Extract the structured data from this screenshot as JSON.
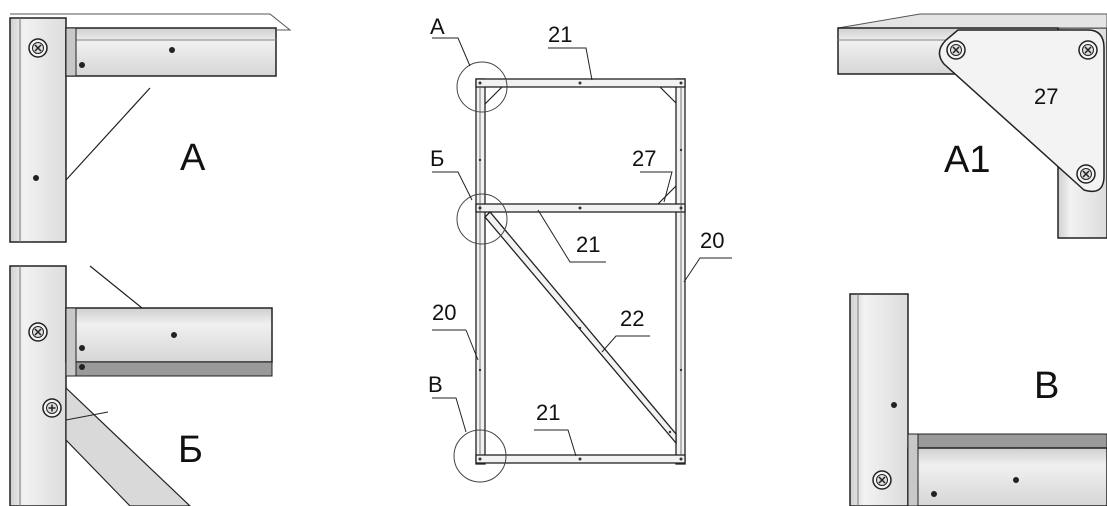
{
  "details": {
    "a": "А",
    "b": "Б",
    "v": "В",
    "a1": "А1"
  },
  "callouts": {
    "a": "А",
    "b": "Б",
    "v": "В"
  },
  "parts": {
    "top_rail": "21",
    "middle_rail": "21",
    "bottom_rail": "21",
    "right_post": "20",
    "left_post": "20",
    "diagonal": "22",
    "gusset_main": "27",
    "gusset_detail": "27"
  },
  "colors": {
    "profile": "#e6e6e6",
    "profile_dark": "#bdbdbd",
    "outline": "#1a1a1a"
  }
}
